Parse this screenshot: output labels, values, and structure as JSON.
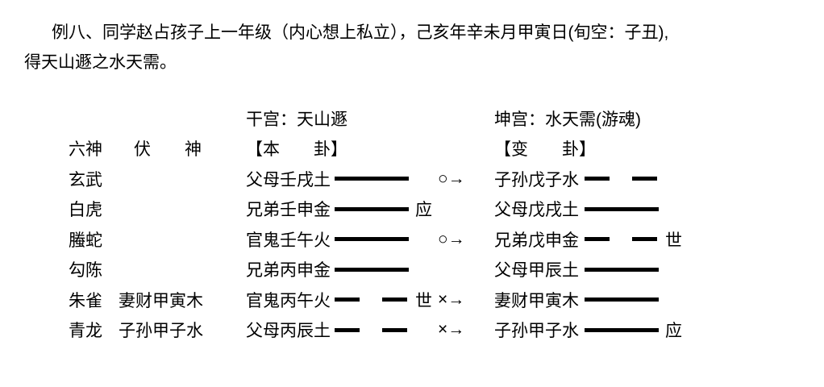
{
  "title": {
    "line1": "例八、同学赵占孩子上一年级（内心想上私立），己亥年辛未月甲寅日(旬空：子丑),",
    "line2": "得天山遯之水天需。"
  },
  "table": {
    "palace_original": "干宫：天山遯",
    "palace_changed": "坤宫：水天需(游魂)",
    "header": {
      "liushen": "六神",
      "fushen": "伏　　神",
      "original": "【本　　卦】",
      "changed": "【变　　卦】"
    },
    "rows": [
      {
        "liushen": "玄武",
        "fushen": "",
        "ben_name": "父母壬戌土",
        "ben_line": "solid",
        "ben_marker": "",
        "change": "○→",
        "bian_name": "子孙戊子水",
        "bian_line": "broken",
        "bian_marker": ""
      },
      {
        "liushen": "白虎",
        "fushen": "",
        "ben_name": "兄弟壬申金",
        "ben_line": "solid",
        "ben_marker": "应",
        "change": "",
        "bian_name": "父母戊戌土",
        "bian_line": "solid",
        "bian_marker": ""
      },
      {
        "liushen": "螣蛇",
        "fushen": "",
        "ben_name": "官鬼壬午火",
        "ben_line": "solid",
        "ben_marker": "",
        "change": "○→",
        "bian_name": "兄弟戊申金",
        "bian_line": "broken",
        "bian_marker": "世"
      },
      {
        "liushen": "勾陈",
        "fushen": "",
        "ben_name": "兄弟丙申金",
        "ben_line": "solid",
        "ben_marker": "",
        "change": "",
        "bian_name": "父母甲辰土",
        "bian_line": "solid",
        "bian_marker": ""
      },
      {
        "liushen": "朱雀",
        "fushen": "妻财甲寅木",
        "ben_name": "官鬼丙午火",
        "ben_line": "broken",
        "ben_marker": "世",
        "change": "×→",
        "bian_name": "妻财甲寅木",
        "bian_line": "solid",
        "bian_marker": ""
      },
      {
        "liushen": "青龙",
        "fushen": "子孙甲子水",
        "ben_name": "父母丙辰土",
        "ben_line": "broken",
        "ben_marker": "",
        "change": "×→",
        "bian_name": "子孙甲子水",
        "bian_line": "solid",
        "bian_marker": "应"
      }
    ]
  },
  "colors": {
    "text": "#000000",
    "background": "#ffffff",
    "line": "#000000"
  }
}
